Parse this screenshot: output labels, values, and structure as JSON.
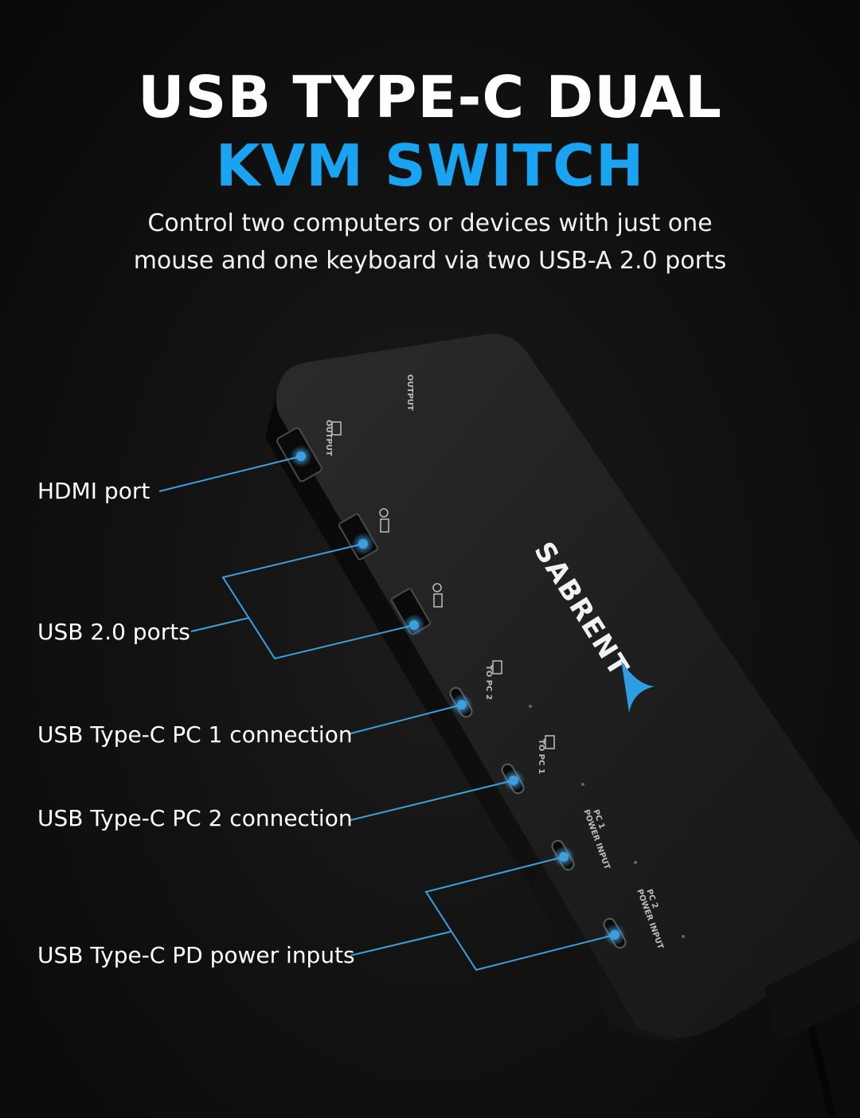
{
  "headline": {
    "line1": "USB TYPE-C DUAL",
    "line2": "KVM SWITCH",
    "line2_color": "#1aa3f0"
  },
  "subtitle": {
    "line1": "Control two computers or devices with just one",
    "line2": "mouse and one keyboard via two USB-A 2.0 ports"
  },
  "device": {
    "brand": "SABRENT",
    "port_labels": {
      "output_top": "OUTPUT",
      "output_side": "OUTPUT",
      "to_pc2": "TO PC 2",
      "to_pc1": "TO PC 1",
      "pc1_power_line1": "PC 1",
      "pc1_power_line2": "POWER INPUT",
      "pc2_power_line1": "PC 2",
      "pc2_power_line2": "POWER INPUT"
    },
    "accent_color": "#3aa0e0"
  },
  "callouts": {
    "hdmi": "HDMI port",
    "usb2": "USB 2.0 ports",
    "pc1": "USB Type-C PC 1 connection",
    "pc2": "USB Type-C PC 2 connection",
    "pd": "USB Type-C PD power inputs"
  }
}
